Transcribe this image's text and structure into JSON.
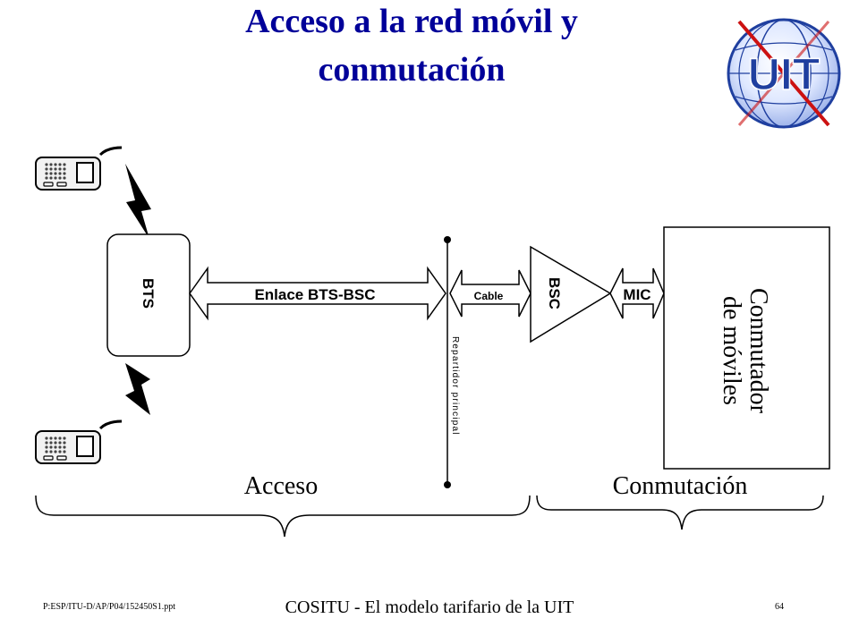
{
  "title": {
    "line1": "Acceso a la red móvil y",
    "line2": "conmutación"
  },
  "logo": {
    "text": "UIT",
    "icon": "globe-logo-icon"
  },
  "diagram": {
    "bts_label": "BTS",
    "link_label": "Enlace BTS-BSC",
    "distributor_label": "Repartidor principal",
    "cable_label": "Cable",
    "bsc_label": "BSC",
    "mic_label": "MIC",
    "switch_label_line1": "Conmutador",
    "switch_label_line2": "de móviles",
    "access_label": "Acceso",
    "switching_label": "Conmutación",
    "handset_icon": "mobile-phone-icon",
    "radio_icon": "lightning-bolt-icon"
  },
  "footer": {
    "file": "P:ESP/ITU-D/AP/P04/152450S1.ppt",
    "center": "COSITU - El modelo tarifario de la UIT",
    "page": "64"
  },
  "colors": {
    "title": "#000099",
    "logo_blue": "#1f3f9f",
    "logo_red": "#cc1111"
  }
}
